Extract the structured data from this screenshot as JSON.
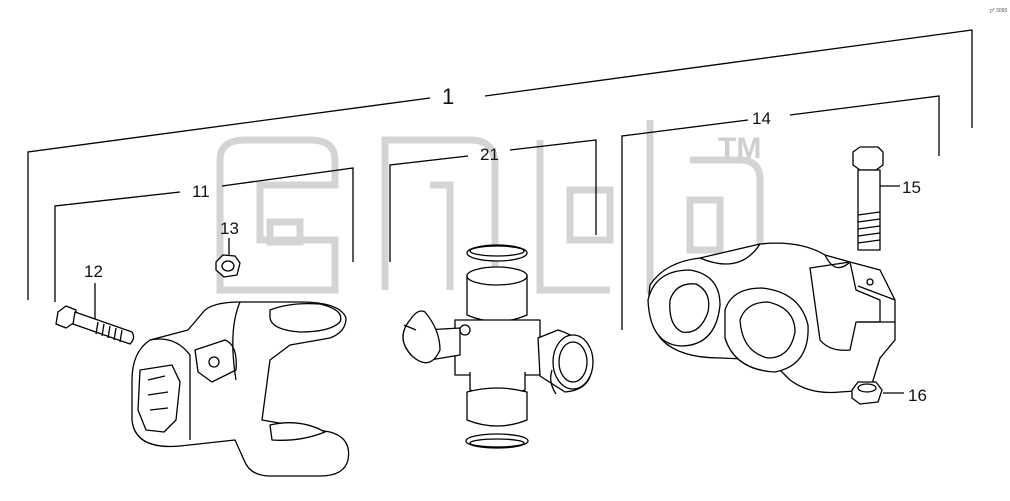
{
  "diagram": {
    "callouts": [
      {
        "id": "1",
        "label": "1"
      },
      {
        "id": "11",
        "label": "11"
      },
      {
        "id": "12",
        "label": "12"
      },
      {
        "id": "13",
        "label": "13"
      },
      {
        "id": "14",
        "label": "14"
      },
      {
        "id": "15",
        "label": "15"
      },
      {
        "id": "16",
        "label": "16"
      },
      {
        "id": "21",
        "label": "21"
      }
    ],
    "watermark": {
      "trademark": "TM"
    },
    "corner_code": "p* 3095"
  },
  "colors": {
    "line": "#000000",
    "watermark": "#d4d4d4"
  }
}
